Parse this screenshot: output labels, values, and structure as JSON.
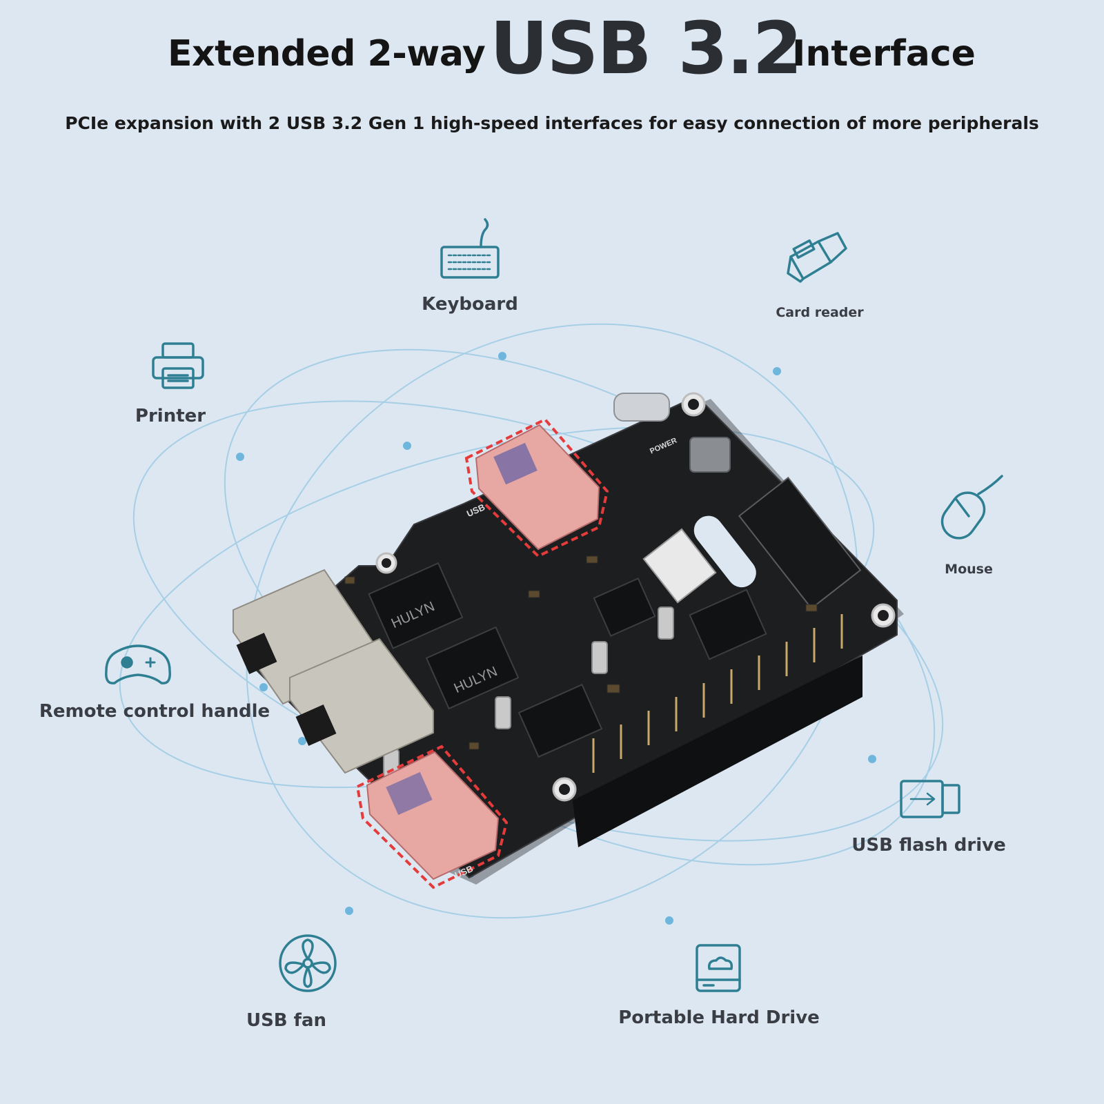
{
  "header": {
    "title_left": "Extended 2-way",
    "title_usb": "USB",
    "title_version": "3.2",
    "title_right": "Interface",
    "subtitle": "PCIe expansion with 2 USB 3.2 Gen 1 high-speed interfaces for easy connection of more peripherals"
  },
  "peripherals": {
    "keyboard": {
      "label": "Keyboard",
      "icon": "keyboard-icon"
    },
    "card_reader": {
      "label": "Card reader",
      "icon": "card-reader-icon"
    },
    "printer": {
      "label": "Printer",
      "icon": "printer-icon"
    },
    "mouse": {
      "label": "Mouse",
      "icon": "mouse-icon"
    },
    "remote_control": {
      "label": "Remote control handle",
      "icon": "gamepad-icon"
    },
    "usb_flash": {
      "label": "USB flash drive",
      "icon": "usb-flash-drive-icon"
    },
    "usb_fan": {
      "label": "USB fan",
      "icon": "fan-icon"
    },
    "hard_drive": {
      "label": "Portable Hard Drive",
      "icon": "hard-drive-icon"
    }
  },
  "board": {
    "silkscreen_usb_top": "USB",
    "silkscreen_usb_bottom": "USB",
    "silkscreen_power": "POWER",
    "chip_marking_1": "HULYN",
    "chip_marking_2": "HULYN"
  },
  "colors": {
    "background": "#dde7f2",
    "icon_teal": "#2f7f93",
    "orbit_line": "#9fcbe3",
    "pcb": "#1b1c1e",
    "usb_highlight": "#e53b3b"
  }
}
